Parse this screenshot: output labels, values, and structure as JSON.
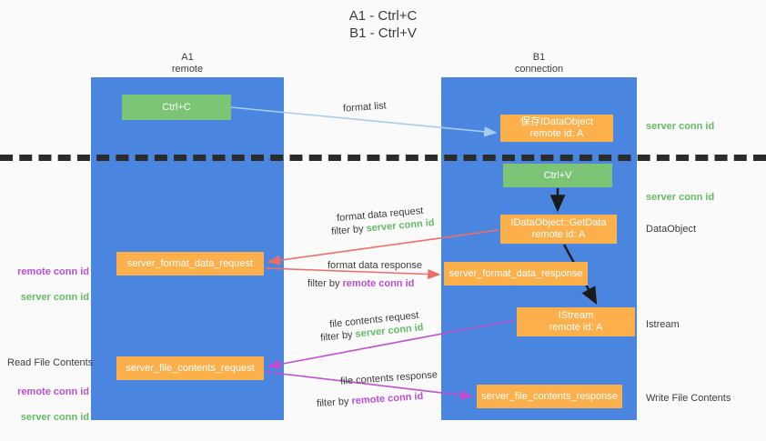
{
  "title": "A1 - Ctrl+C\nB1 - Ctrl+V",
  "lanes": [
    {
      "name": "A1",
      "sub": "remote",
      "header": "A1\nremote"
    },
    {
      "name": "B1",
      "sub": "connection",
      "header": "B1\nconnection"
    }
  ],
  "nodes": {
    "ctrl_c": "Ctrl+C",
    "save_dataobject": "保存IDataObject\nremote id: A",
    "ctrl_v": "Ctrl+V",
    "getdata": "IDataObject::GetData\nremote id: A",
    "server_format_data_request": "server_format_data_request",
    "server_format_data_response": "server_format_data_response",
    "istream": "IStream\nremote id: A",
    "server_file_contents_request": "server_file_contents_request",
    "server_file_contents_response": "server_file_contents_response"
  },
  "side_labels": {
    "server_conn_id_top": "server conn id",
    "server_conn_id_mid": "server conn id",
    "dataobject": "DataObject",
    "istream": "Istream",
    "write_file_contents": "Write File Contents"
  },
  "left_labels": {
    "remote_conn_id_1": "remote conn id",
    "server_conn_id_1": "server conn id",
    "read_file_contents": "Read File Contents",
    "remote_conn_id_2": "remote conn id",
    "server_conn_id_2": "server conn id"
  },
  "edges": {
    "format_list": "format list",
    "format_data_request": "format data request",
    "format_data_request_filter_prefix": "filter by ",
    "format_data_request_filter_value": "server conn id",
    "format_data_response": "format data response",
    "format_data_response_filter_prefix": "filter by ",
    "format_data_response_filter_value": "remote conn id",
    "file_contents_request": "file contents request",
    "file_contents_request_filter_prefix": "filter by ",
    "file_contents_request_filter_value": "server conn id",
    "file_contents_response": "file contents response",
    "file_contents_response_filter_prefix": "filter by ",
    "file_contents_response_filter_value": "remote conn id"
  },
  "colors": {
    "background": "#fafafa",
    "lane": "#4a86e0",
    "node_green": "#7cc576",
    "node_orange": "#fbb04b",
    "arrow_light_blue": "#a8cdf0",
    "arrow_red": "#ee6e66",
    "arrow_magenta": "#c04fd0",
    "arrow_black": "#1a1a1a",
    "text_green": "#63bb63",
    "text_magenta": "#b84fd6",
    "dashed_line": "#2b2b2b"
  }
}
